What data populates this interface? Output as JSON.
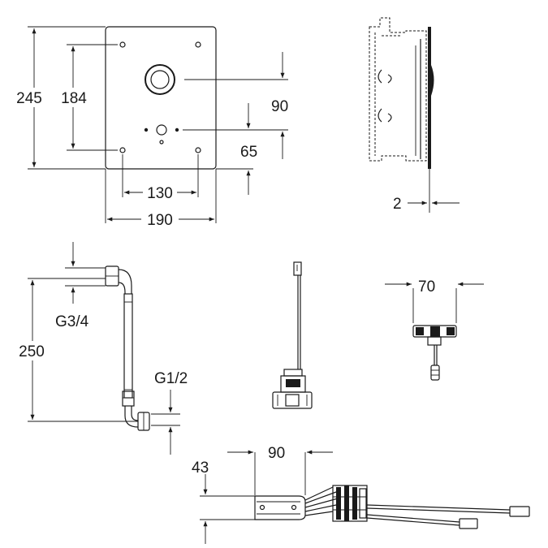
{
  "colors": {
    "line": "#1a1a1a",
    "background": "#ffffff",
    "part_fill": "#9a9a9a"
  },
  "plate": {
    "height_outer": "245",
    "height_inner": "184",
    "dim_90": "90",
    "dim_65": "65",
    "width_inner": "130",
    "width_outer": "190"
  },
  "side_view": {
    "thickness": "2"
  },
  "hose": {
    "length": "250",
    "thread_top": "G3/4",
    "thread_bottom": "G1/2"
  },
  "valve": {
    "width": "70"
  },
  "power_unit": {
    "height": "43",
    "width": "90"
  }
}
